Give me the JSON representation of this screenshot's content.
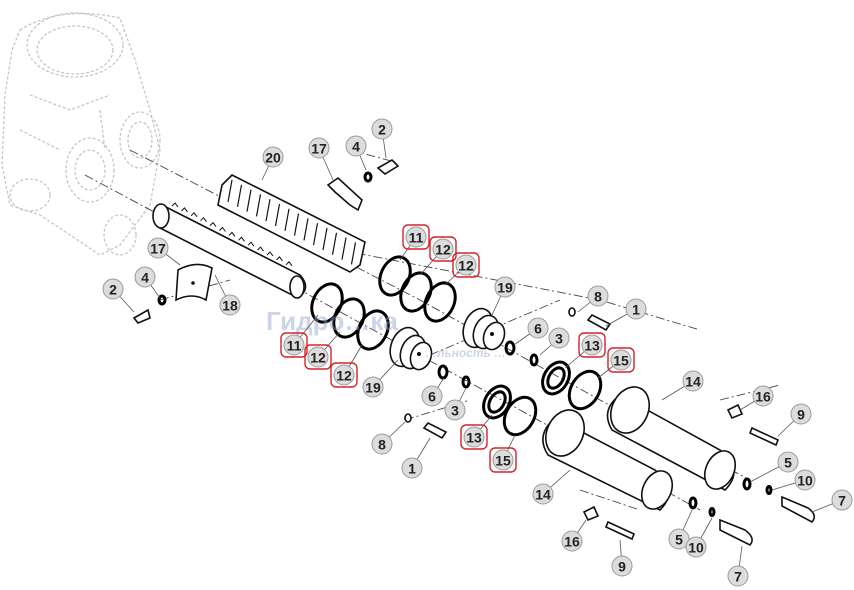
{
  "watermark": {
    "line1": "Гидро…ка",
    "line2": "…льность …"
  },
  "callouts": [
    {
      "id": "c20",
      "text": "20"
    },
    {
      "id": "c17a",
      "text": "17"
    },
    {
      "id": "c4a",
      "text": "4"
    },
    {
      "id": "c2a",
      "text": "2"
    },
    {
      "id": "c17b",
      "text": "17"
    },
    {
      "id": "c4b",
      "text": "4"
    },
    {
      "id": "c2b",
      "text": "2"
    },
    {
      "id": "c18",
      "text": "18"
    },
    {
      "id": "c11a",
      "text": "11",
      "highlighted": true
    },
    {
      "id": "c12a",
      "text": "12",
      "highlighted": true
    },
    {
      "id": "c12b",
      "text": "12",
      "highlighted": true
    },
    {
      "id": "c19a",
      "text": "19"
    },
    {
      "id": "c8a",
      "text": "8"
    },
    {
      "id": "c1a",
      "text": "1"
    },
    {
      "id": "c6a",
      "text": "6"
    },
    {
      "id": "c3a",
      "text": "3"
    },
    {
      "id": "c13a",
      "text": "13",
      "highlighted": true
    },
    {
      "id": "c15a",
      "text": "15",
      "highlighted": true
    },
    {
      "id": "c11b",
      "text": "11",
      "highlighted": true
    },
    {
      "id": "c12c",
      "text": "12",
      "highlighted": true
    },
    {
      "id": "c12d",
      "text": "12",
      "highlighted": true
    },
    {
      "id": "c19b",
      "text": "19"
    },
    {
      "id": "c6b",
      "text": "6"
    },
    {
      "id": "c3b",
      "text": "3"
    },
    {
      "id": "c14a",
      "text": "14"
    },
    {
      "id": "c16a",
      "text": "16"
    },
    {
      "id": "c9a",
      "text": "9"
    },
    {
      "id": "c8b",
      "text": "8"
    },
    {
      "id": "c1b",
      "text": "1"
    },
    {
      "id": "c13b",
      "text": "13",
      "highlighted": true
    },
    {
      "id": "c15b",
      "text": "15",
      "highlighted": true
    },
    {
      "id": "c5a",
      "text": "5"
    },
    {
      "id": "c10a",
      "text": "10"
    },
    {
      "id": "c7a",
      "text": "7"
    },
    {
      "id": "c14b",
      "text": "14"
    },
    {
      "id": "c16b",
      "text": "16"
    },
    {
      "id": "c5b",
      "text": "5"
    },
    {
      "id": "c10b",
      "text": "10"
    },
    {
      "id": "c9b",
      "text": "9"
    },
    {
      "id": "c7b",
      "text": "7"
    }
  ],
  "colors": {
    "highlight": "#d3232b",
    "callout_fill": "#dcdcdc",
    "line": "#111111",
    "ghost": "#c6c6c6"
  }
}
